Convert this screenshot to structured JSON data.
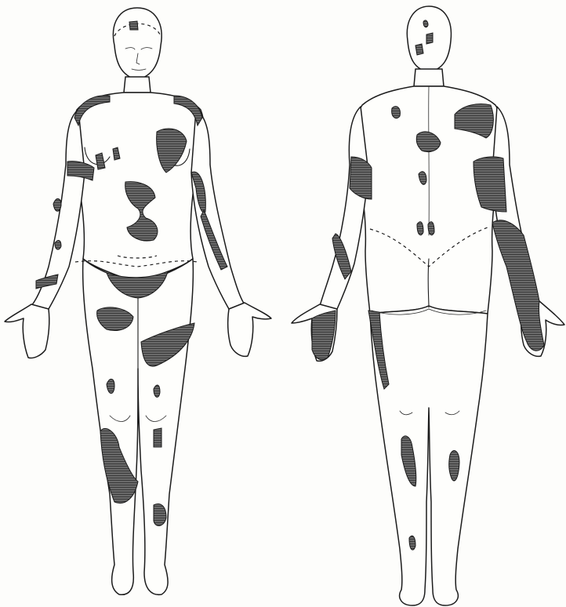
{
  "figure": {
    "views": [
      "anterior",
      "posterior"
    ],
    "colors": {
      "paper": "#fdfdfb",
      "ink": "#1c1c1c",
      "lesion": "#4a4a4a"
    },
    "fill_style": "hatched-lesions"
  }
}
